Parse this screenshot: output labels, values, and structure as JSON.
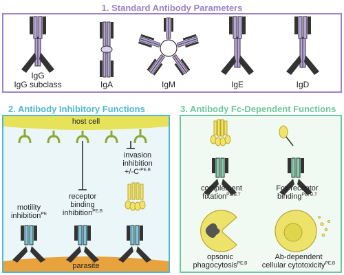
{
  "section1": {
    "title": "1. Standard Antibody Parameters",
    "labels": {
      "igg": "IgG",
      "igg_sub": "IgG subclass",
      "iga": "IgA",
      "igm": "IgM",
      "ige": "IgE",
      "igd": "IgD"
    }
  },
  "section2": {
    "title": "2. Antibody Inhibitory Functions",
    "host_cell": "host cell",
    "parasite": "parasite",
    "invasion_1": "invasion",
    "invasion_2": "inhibition",
    "invasion_3": "+/-C'",
    "invasion_sup": "PE,B",
    "receptor_1": "receptor",
    "receptor_2": "binding",
    "receptor_3": "inhibition",
    "receptor_sup": "PE,B",
    "motility_1": "motility",
    "motility_2": "inhibition",
    "motility_sup": "PE"
  },
  "section3": {
    "title": "3. Antibody Fc-Dependent Functions",
    "complement_1": "complement",
    "complement_2": "fixation",
    "complement_sup": "PE,B,T",
    "fcg_1": "Fcγ receptor",
    "fcg_2": "binding",
    "fcg_sup": "PE, B,T",
    "opsonic_1": "opsonic",
    "opsonic_2": "phagocytosis",
    "opsonic_sup": "PE,B",
    "adcc_1": "Ab-dependent",
    "adcc_2": "cellular cytotoxicity",
    "adcc_sup": "PE,B"
  },
  "colors": {
    "purple": "#9a83c6",
    "blue": "#4fb7d3",
    "green": "#6cc79a",
    "host_yellow": "#e6e35a",
    "parasite_orange": "#e8a33e",
    "antibody_dark": "#3a3a3a"
  }
}
